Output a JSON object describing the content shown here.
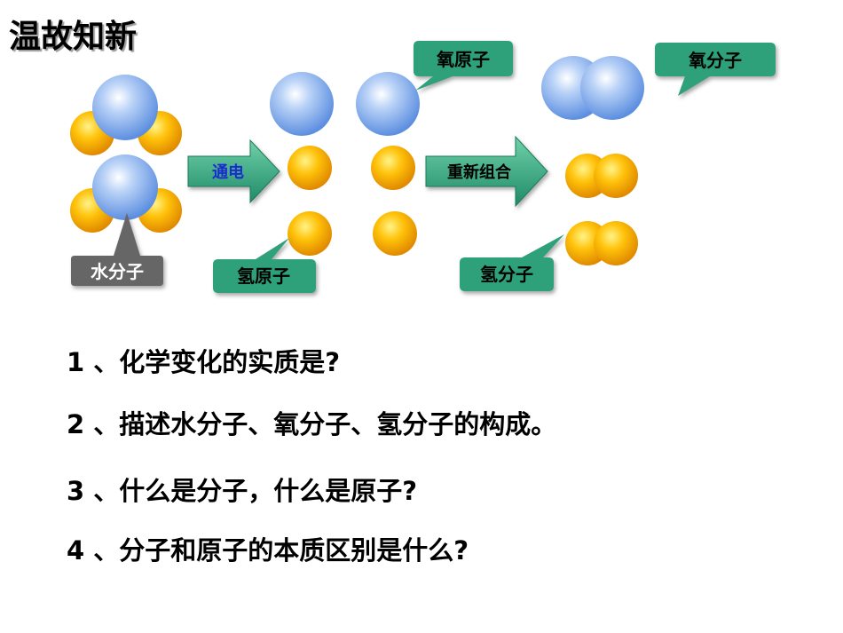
{
  "title": "温故知新",
  "diagram": {
    "water_molecule_label": "水分子",
    "arrow_electrolysis_label": "通电",
    "arrow_recombine_label": "重新组合",
    "oxygen_atom_label": "氧原子",
    "hydrogen_atom_label_1": "氢原子",
    "oxygen_molecule_label": "氧分子",
    "hydrogen_molecule_label": "氢分子"
  },
  "questions": [
    "1 、化学变化的实质是?",
    "2 、描述水分子、氧分子、氢分子的构成。",
    "3 、什么是分子，什么是原子?",
    "4 、分子和原子的本质区别是什么?"
  ],
  "colors": {
    "oxygen_atom": "#8fb6f0",
    "hydrogen_atom": "#f5b000",
    "callout_green": "#2ea07a",
    "arrow_green": "#2a9a7c",
    "callout_gray": "#666666"
  }
}
